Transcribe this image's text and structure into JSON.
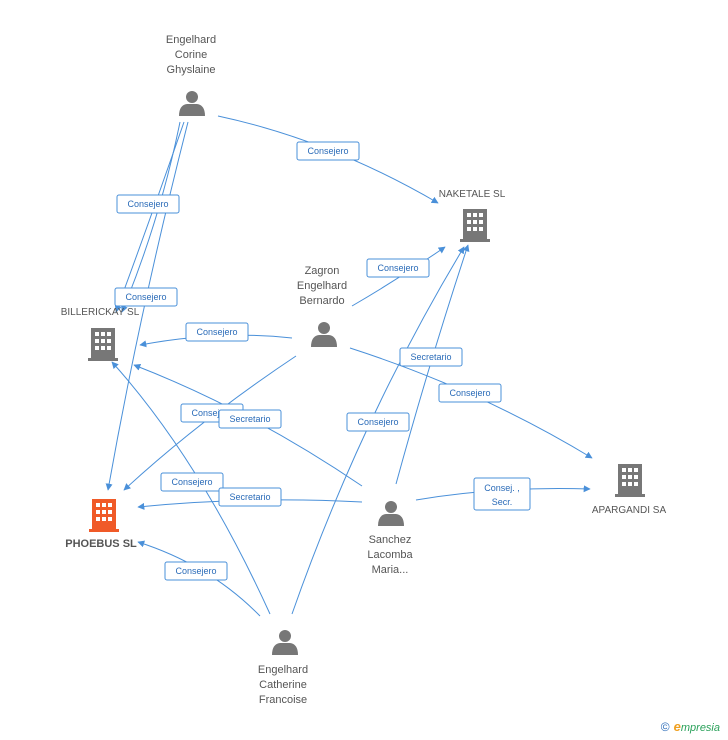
{
  "nodes": {
    "engelhard_corine": {
      "label": [
        "Engelhard",
        "Corine",
        "Ghyslaine"
      ]
    },
    "zagron": {
      "label": [
        "Zagron",
        "Engelhard",
        "Bernardo"
      ]
    },
    "sanchez": {
      "label": [
        "Sanchez",
        "Lacomba",
        "Maria..."
      ]
    },
    "engelhard_catherine": {
      "label": [
        "Engelhard",
        "Catherine",
        "Francoise"
      ]
    },
    "naketale": {
      "label": "NAKETALE SL"
    },
    "billerickay": {
      "label": "BILLERICKAY SL"
    },
    "phoebus": {
      "label": "PHOEBUS SL"
    },
    "apargandi": {
      "label": "APARGANDI SA"
    }
  },
  "edges": [
    {
      "label": "Consejero"
    },
    {
      "label": "Consejero"
    },
    {
      "label": "Consejero"
    },
    {
      "label": "Consejero"
    },
    {
      "label": "Consejero"
    },
    {
      "label": "Consejero"
    },
    {
      "label": "Consejero"
    },
    {
      "label": "Secretario"
    },
    {
      "label": "Consejero"
    },
    {
      "label": "Secretario"
    },
    {
      "label": "Consejero"
    },
    {
      "label": "Secretario"
    },
    {
      "label": [
        "Consej. ,",
        "Secr."
      ]
    },
    {
      "label": "Consejero"
    },
    {
      "label": "Consejero"
    }
  ],
  "colors": {
    "edge": "#4a90d9",
    "person_icon": "#777777",
    "company_icon": "#777777",
    "highlight_company": "#f05a28"
  },
  "watermark": {
    "copyright": "©",
    "brand_initial": "e",
    "brand_rest": "mpresia"
  }
}
